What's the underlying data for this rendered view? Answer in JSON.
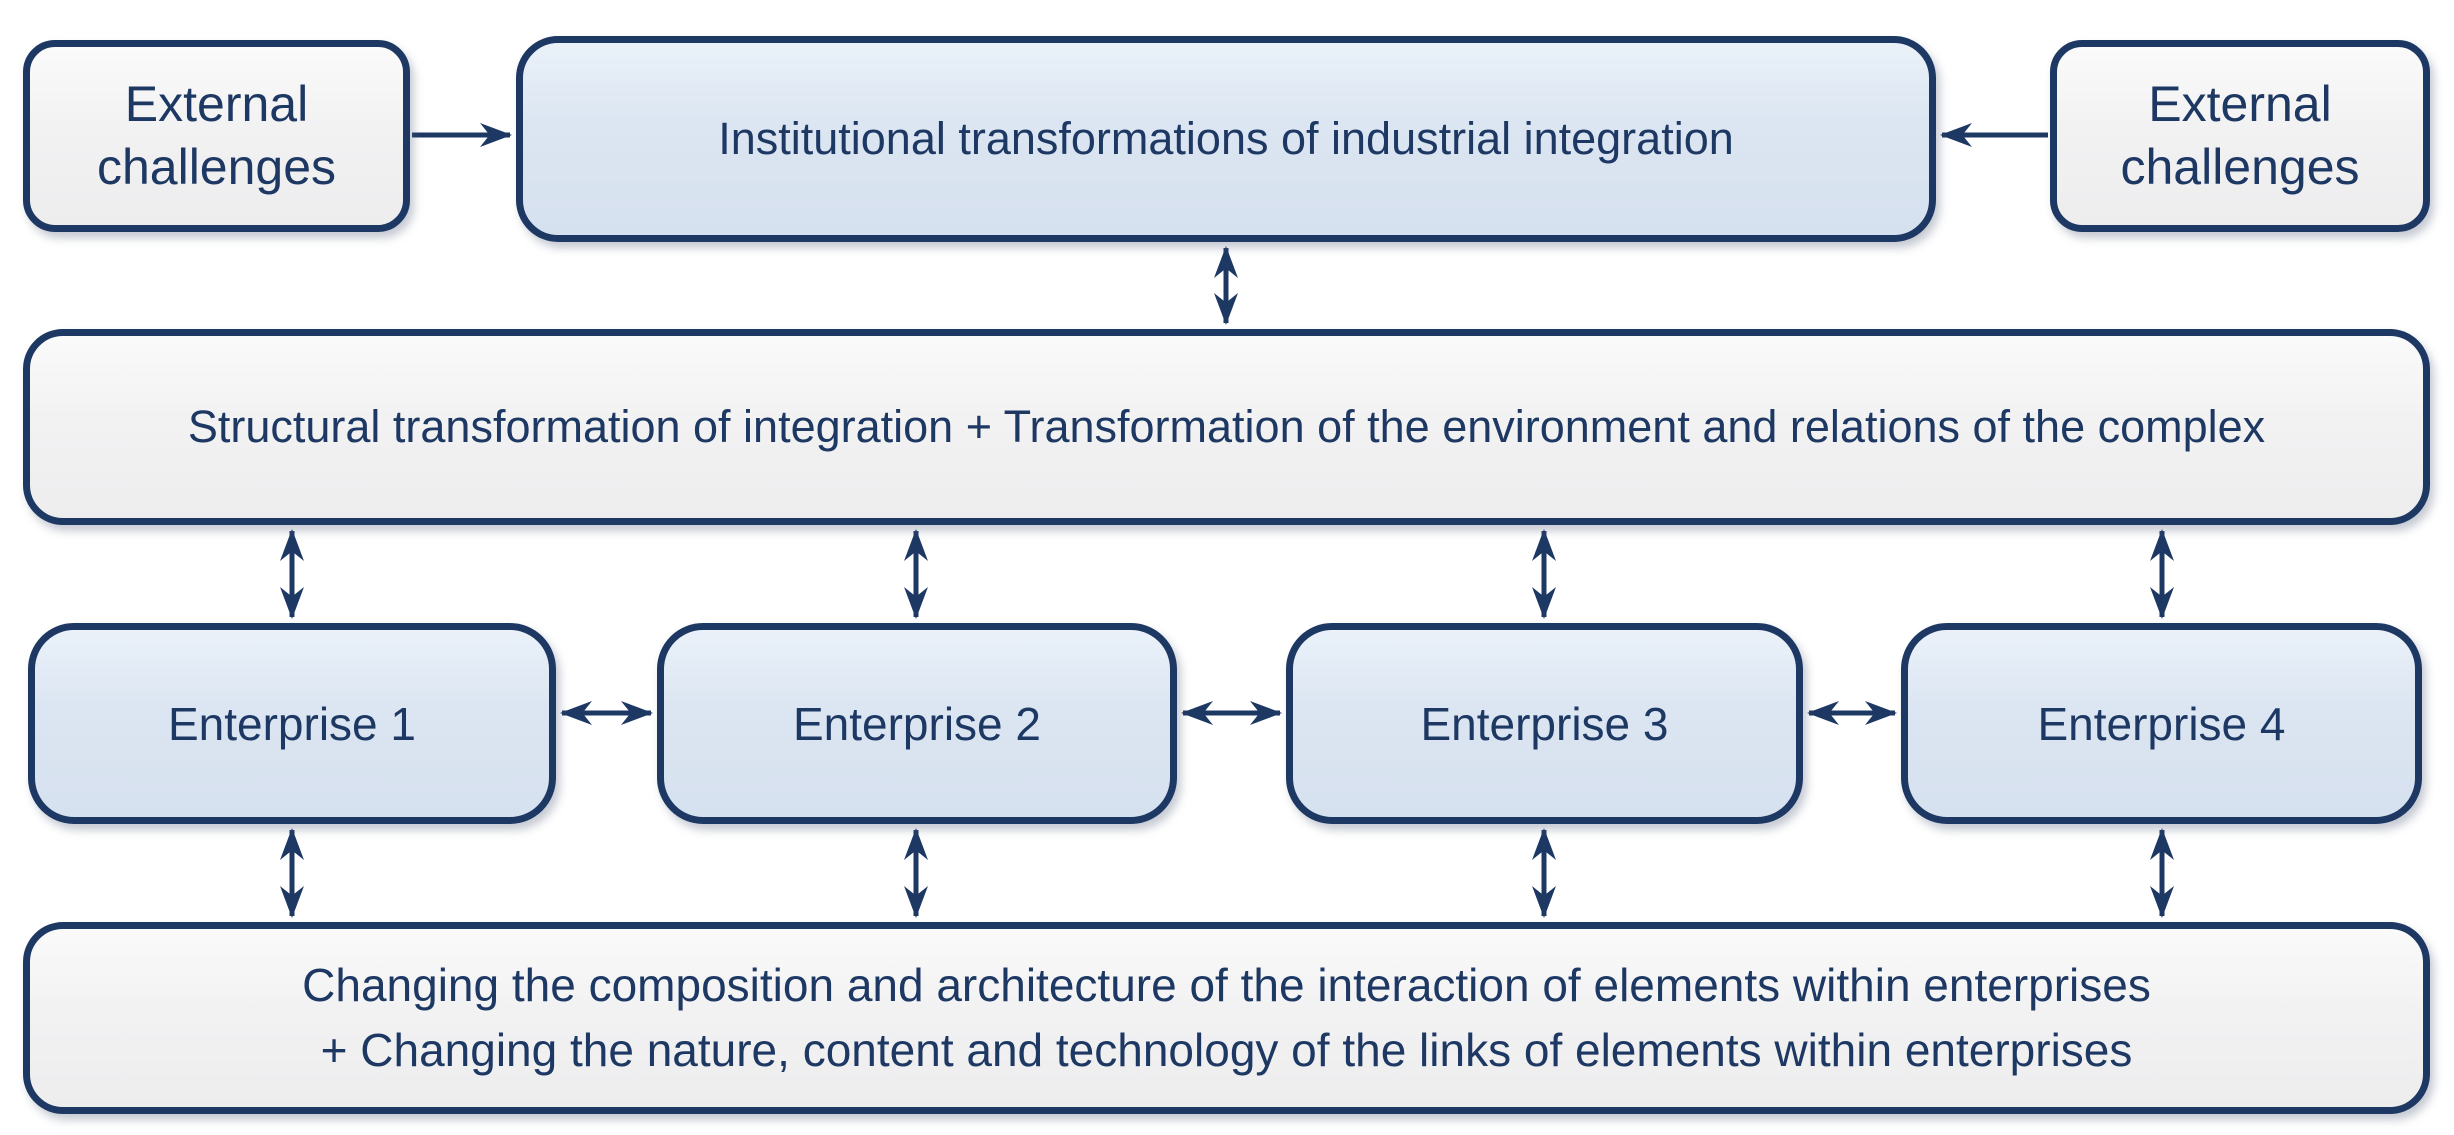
{
  "diagram": {
    "colors": {
      "navy_border_text_arrows": "#1e3864",
      "box_fill_blue": "#dce6f2",
      "box_fill_gray": "#f2f2f3",
      "background": "#ffffff"
    },
    "boxes": {
      "external_left": {
        "label": "External challenges"
      },
      "institutional": {
        "label": "Institutional transformations of industrial integration"
      },
      "external_right": {
        "label": "External challenges"
      },
      "structural": {
        "label": "Structural transformation of integration + Transformation of the environment and relations of the complex"
      },
      "enterprises": [
        {
          "label": "Enterprise 1"
        },
        {
          "label": "Enterprise 2"
        },
        {
          "label": "Enterprise 3"
        },
        {
          "label": "Enterprise 4"
        }
      ],
      "internal_change": {
        "line1": "Changing the composition and architecture of the interaction of elements within enterprises",
        "line2": "+ Changing the nature, content and technology of the links of elements within enterprises"
      }
    }
  }
}
